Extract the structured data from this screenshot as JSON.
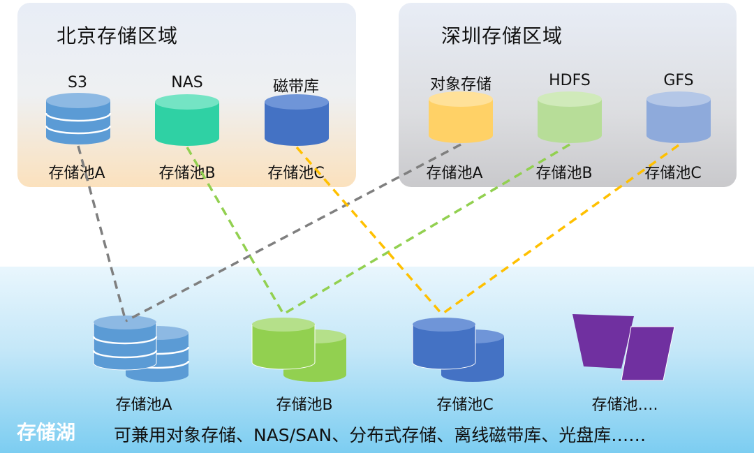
{
  "regions": {
    "beijing": {
      "title": "北京存储区域",
      "pools": [
        {
          "type": "S3",
          "name": "存储池A",
          "color": "#5b9bd5"
        },
        {
          "type": "NAS",
          "name": "存储池B",
          "color": "#2fd1a4"
        },
        {
          "type": "磁带库",
          "name": "存储池C",
          "color": "#4472c4"
        }
      ]
    },
    "shenzhen": {
      "title": "深圳存储区域",
      "pools": [
        {
          "type": "对象存储",
          "name": "存储池A",
          "color": "#ffd166"
        },
        {
          "type": "HDFS",
          "name": "存储池B",
          "color": "#b7dd98"
        },
        {
          "type": "GFS",
          "name": "存储池C",
          "color": "#8eaadb"
        }
      ]
    }
  },
  "lake": {
    "title": "存储湖",
    "description": "可兼用对象存储、NAS/SAN、分布式存储、离线磁带库、光盘库……",
    "pools": [
      {
        "name": "存储池A",
        "color": "#5b9bd5"
      },
      {
        "name": "存储池B",
        "color": "#92d050"
      },
      {
        "name": "存储池C",
        "color": "#4472c4"
      },
      {
        "name": "存储池….",
        "color": "#7030a0"
      }
    ]
  },
  "connector_colors": {
    "gray": "#7f7f7f",
    "green": "#92d050",
    "orange": "#ffc000"
  }
}
